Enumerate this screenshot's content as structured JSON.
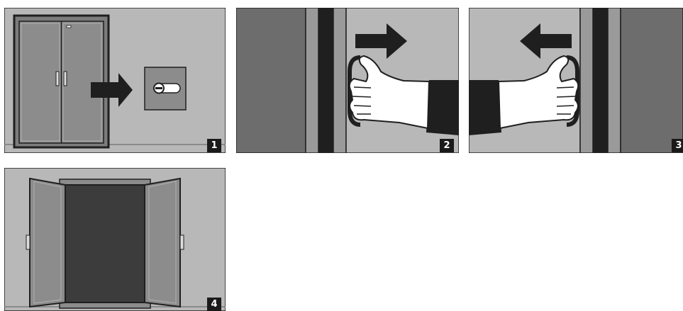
{
  "figure": {
    "panels": [
      {
        "step": "1",
        "scene": "closed-cabinet-unlock-key"
      },
      {
        "step": "2",
        "scene": "hand-pull-door-right"
      },
      {
        "step": "3",
        "scene": "hand-pull-door-left"
      },
      {
        "step": "4",
        "scene": "open-cabinet"
      }
    ]
  },
  "colors": {
    "background": "#b8b8b8",
    "door_panel": "#8c8c8c",
    "dark_panel": "#6d6d6d",
    "outline": "#1f1f1f",
    "interior": "#3c3c3c",
    "badge": "#1a1a1a",
    "skin": "#ffffff",
    "sleeve": "#1f1f1f"
  }
}
